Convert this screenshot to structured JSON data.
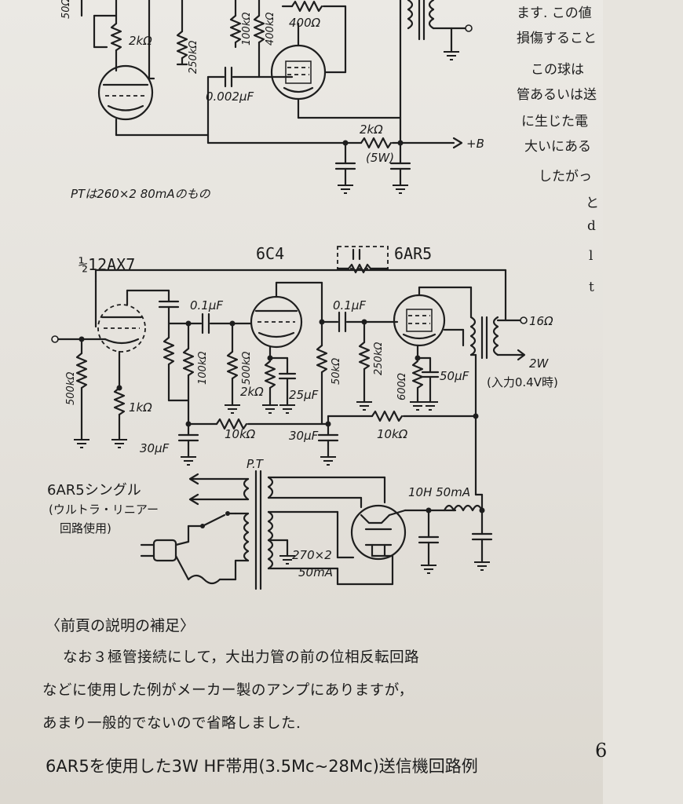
{
  "top_circuit": {
    "labels": {
      "r_top_left": "50Ω",
      "r_2k": "2kΩ",
      "r_250k": "250kΩ",
      "r_100k": "100kΩ",
      "r_400k": "400kΩ",
      "r_400": "400Ω",
      "c_0002": "0.002μF",
      "r_2k_5w": "2kΩ",
      "r_2k_5w_rating": "(5W)",
      "plus_b": "+B"
    },
    "pt_note": "PTは260×2 80mAのもの"
  },
  "main_circuit": {
    "tube_12ax7": "½12AX7",
    "tube_6c4": "6C4",
    "tube_6ar5": "6AR5",
    "labels": {
      "c_01_a": "0.1μF",
      "c_01_b": "0.1μF",
      "r_500k_in": "500kΩ",
      "r_1k": "1kΩ",
      "r_100k": "100kΩ",
      "r_500k_grid": "500kΩ",
      "r_2k": "2kΩ",
      "c_25": "25μF",
      "r_50k": "50kΩ",
      "r_250k": "250kΩ",
      "r_600": "600Ω",
      "c_50": "50μF",
      "c_30_a": "30μF",
      "r_10k_a": "10kΩ",
      "c_30_b": "30μF",
      "r_10k_b": "10kΩ",
      "out_16": "16Ω",
      "out_2w": "2W",
      "out_2w_note": "(入力0.4V時)"
    },
    "power_supply": {
      "pt_label": "P.T",
      "hv_label_a": "270×2",
      "hv_label_b": "50mA",
      "choke_label": "10H 50mA"
    },
    "circuit_title_lines": [
      "6AR5シングル",
      "(ウルトラ・リニアー",
      "回路使用)"
    ]
  },
  "side_column": {
    "lines": [
      "ます. この値",
      "損傷すること",
      "この球は",
      "管あるいは送",
      "に生じた電",
      "大いにある",
      "したがっ",
      "と",
      "d",
      "l",
      "t"
    ]
  },
  "supplement": {
    "heading": "〈前頁の説明の補足〉",
    "lines": [
      "なお３極管接続にして，大出力管の前の位相反転回路",
      "などに使用した例がメーカー製のアンプにありますが，",
      "あまり一般的でないので省略しました."
    ]
  },
  "bottom_title": "6AR5を使用した3W HF帯用(3.5Mc~28Mc)送信機回路例",
  "page_number": "6"
}
